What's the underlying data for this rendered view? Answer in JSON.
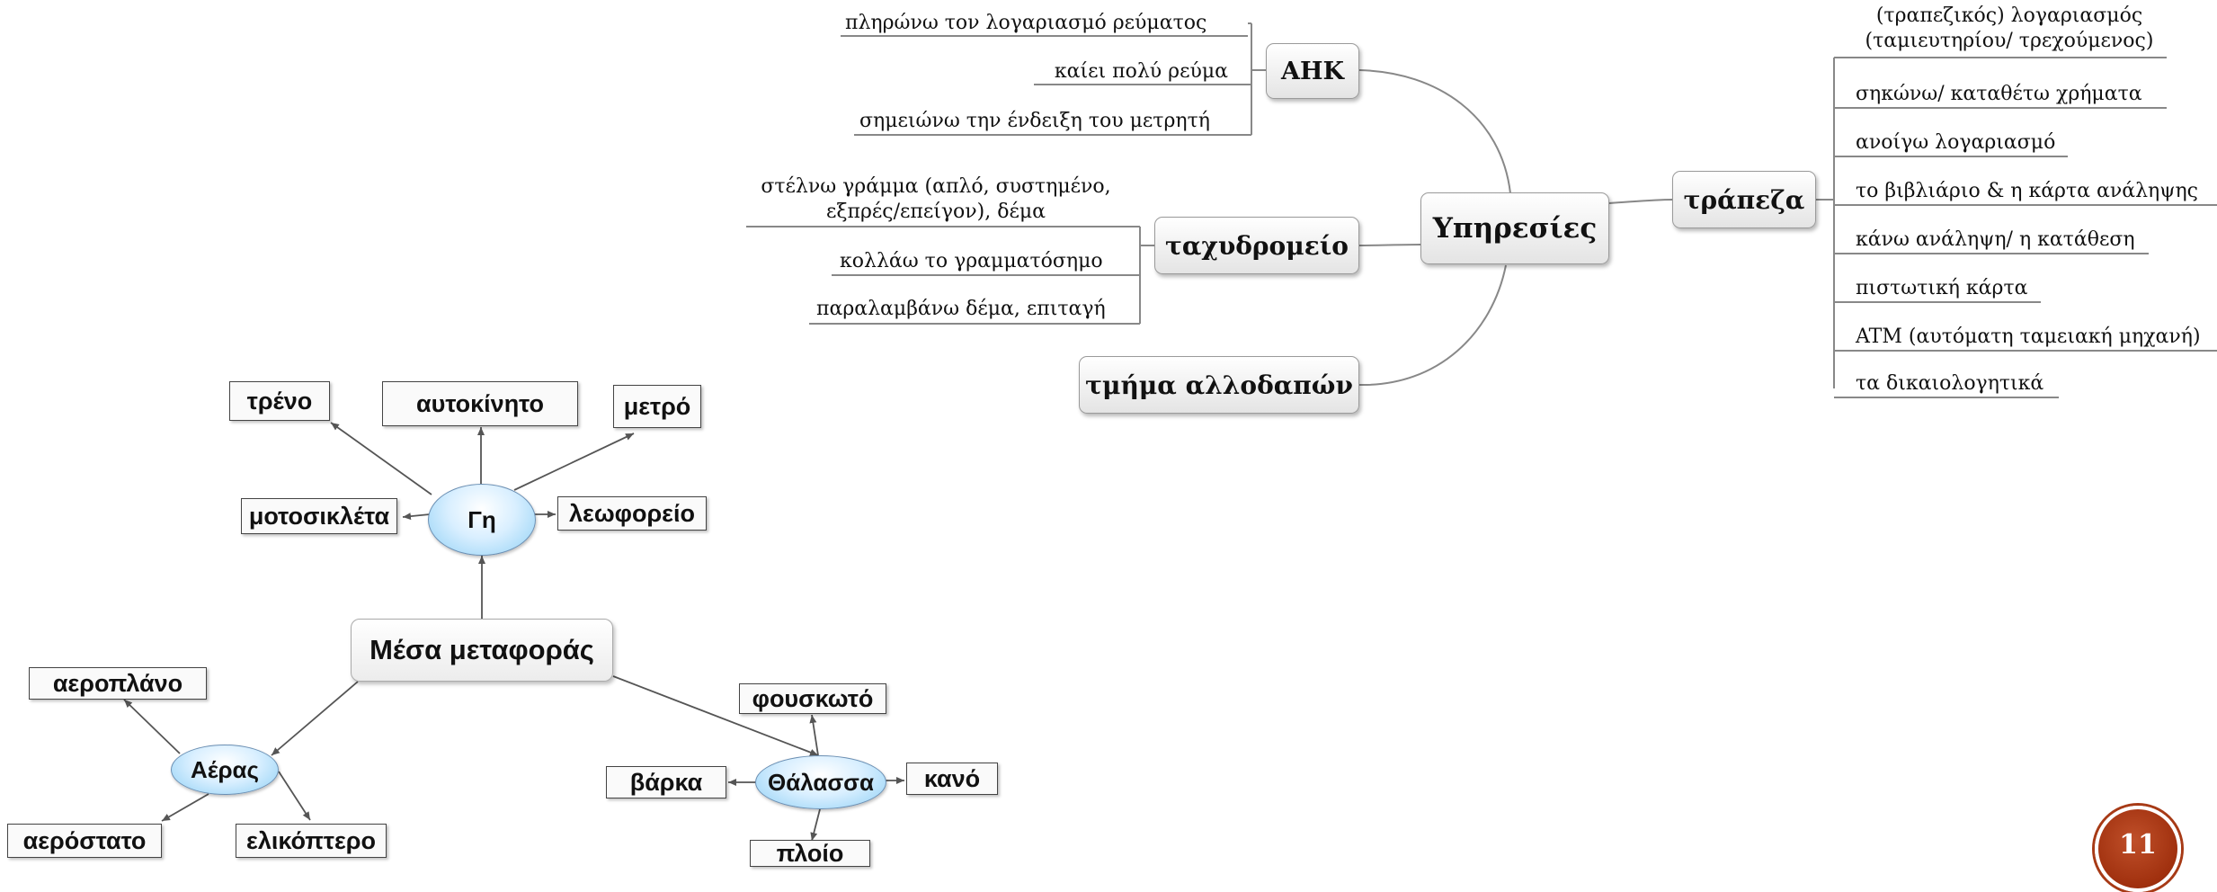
{
  "services_map": {
    "center": "Υπηρεσίες",
    "dek": {
      "label": "ΑΗΚ",
      "items": [
        "πληρώνω τον λογαριασμό ρεύματος",
        "καίει πολύ ρεύμα",
        "σημειώνω την ένδειξη του μετρητή"
      ]
    },
    "post": {
      "label": "ταχυδρομείο",
      "items": [
        "στέλνω γράμμα (απλό, συστημένο,\nεξπρές/επείγον), δέμα",
        "κολλάω το γραμματόσημο",
        "παραλαμβάνω δέμα, επιταγή"
      ]
    },
    "foreigners": {
      "label": "τμήμα αλλοδαπών"
    },
    "bank": {
      "label": "τράπεζα",
      "items": [
        "(τραπεζικός) λογαριασμός\n(ταμιευτηρίου/ τρεχούμενος)",
        "σηκώνω/ καταθέτω χρήματα",
        "ανοίγω λογαριασμό",
        "το βιβλιάριο & η κάρτα ανάληψης",
        "κάνω ανάληψη/ η κατάθεση",
        "πιστωτική κάρτα",
        "ATM (αυτόματη ταμειακή μηχανή)",
        "τα δικαιολογητικά"
      ]
    }
  },
  "transport_map": {
    "center": "Μέσα μεταφοράς",
    "land": {
      "label": "Γη",
      "items": [
        "τρένο",
        "αυτοκίνητο",
        "μετρό",
        "μοτοσικλέτα",
        "λεωφορείο"
      ]
    },
    "air": {
      "label": "Αέρας",
      "items": [
        "αεροπλάνο",
        "αερόστατο",
        "ελικόπτερο"
      ]
    },
    "sea": {
      "label": "Θάλασσα",
      "items": [
        "φουσκωτό",
        "βάρκα",
        "κανό",
        "πλοίο"
      ]
    }
  },
  "page_number": "11"
}
